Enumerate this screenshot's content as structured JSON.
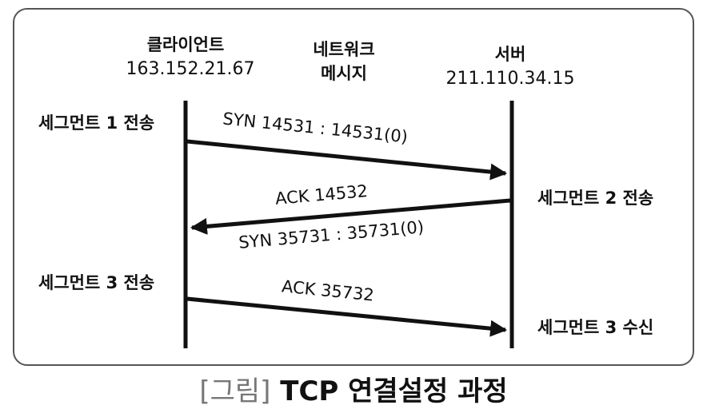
{
  "client": {
    "label": "클라이언트",
    "ip": "163.152.21.67"
  },
  "network": {
    "line1": "네트워크",
    "line2": "메시지"
  },
  "server": {
    "label": "서버",
    "ip": "211.110.34.15"
  },
  "segments": {
    "client_send_1": "세그먼트 1 전송",
    "server_send_2": "세그먼트 2 전송",
    "client_send_3": "세그먼트 3 전송",
    "server_recv_3": "세그먼트 3 수신"
  },
  "messages": {
    "msg1": "SYN 14531 : 14531(0)",
    "msg2_ack": "ACK 14532",
    "msg2_syn": "SYN 35731 : 35731(0)",
    "msg3": "ACK 35732"
  },
  "caption": {
    "bracket": "[그림]",
    "title": "TCP 연결설정 과정"
  }
}
